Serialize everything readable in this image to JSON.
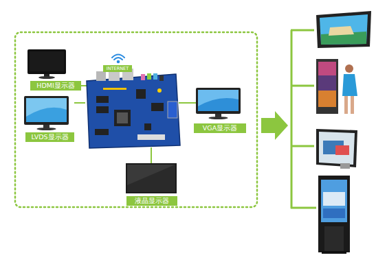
{
  "diagram": {
    "nodes": [
      {
        "text": [
          "INTERNET"
        ]
      },
      {
        "text": [
          "HDMI显示器"
        ]
      },
      {
        "text": [
          "VGA显示器"
        ]
      },
      {
        "text": [
          "LVDS显示器"
        ]
      },
      {
        "text": [
          "液晶显示器"
        ]
      }
    ]
  }
}
